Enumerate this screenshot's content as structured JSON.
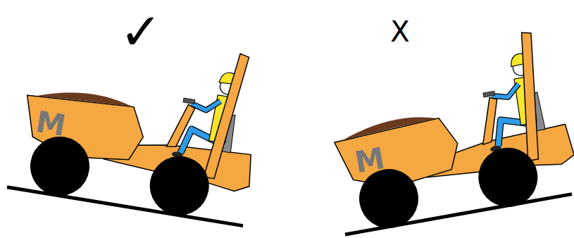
{
  "diagram": {
    "labels": [
      "✓",
      "X",
      "M",
      "M"
    ]
  }
}
